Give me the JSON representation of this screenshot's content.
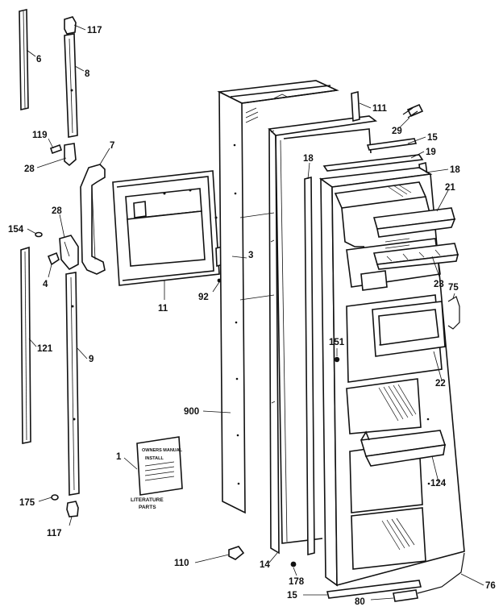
{
  "callouts": {
    "c117a": "117",
    "c6": "6",
    "c8": "8",
    "c119": "119",
    "c28a": "28",
    "c7": "7",
    "c28b": "28",
    "c154": "154",
    "c4": "4",
    "c121": "121",
    "c9": "9",
    "c11": "11",
    "c92": "92",
    "c3": "3",
    "c900": "900",
    "c1": "1",
    "c175": "175",
    "c117b": "117",
    "c110": "110",
    "c14": "14",
    "c178": "178",
    "c15a": "15",
    "c80": "80",
    "c76": "76",
    "c124": "124",
    "c22": "22",
    "c151": "151",
    "c75": "75",
    "c23": "23",
    "c21": "21",
    "c18a": "18",
    "c18b": "18",
    "c19": "19",
    "c15b": "15",
    "c29": "29",
    "c111": "111"
  },
  "literature": {
    "caption_line1": "LITERATURE",
    "caption_line2": "PARTS",
    "card_line1": "OWNERS MANUAL",
    "card_line2": "INSTALL"
  }
}
